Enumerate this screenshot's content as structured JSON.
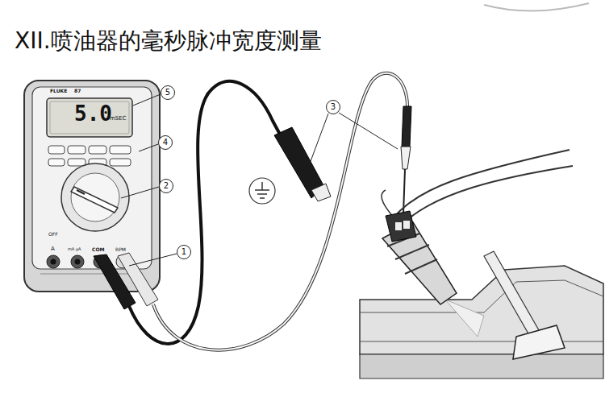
{
  "diagram": {
    "title": "XII.喷油器的毫秒脉冲宽度测量",
    "nodes": [
      {
        "text": [
          "5"
        ]
      },
      {
        "text": [
          "3"
        ]
      },
      {
        "text": [
          "4"
        ]
      },
      {
        "text": [
          "2"
        ]
      },
      {
        "text": [
          "1"
        ]
      }
    ],
    "labels": [
      "FLUKE",
      "87",
      "5.0",
      "mSEC",
      "OFF",
      "A",
      "mA μA",
      "COM",
      "RPM"
    ]
  }
}
